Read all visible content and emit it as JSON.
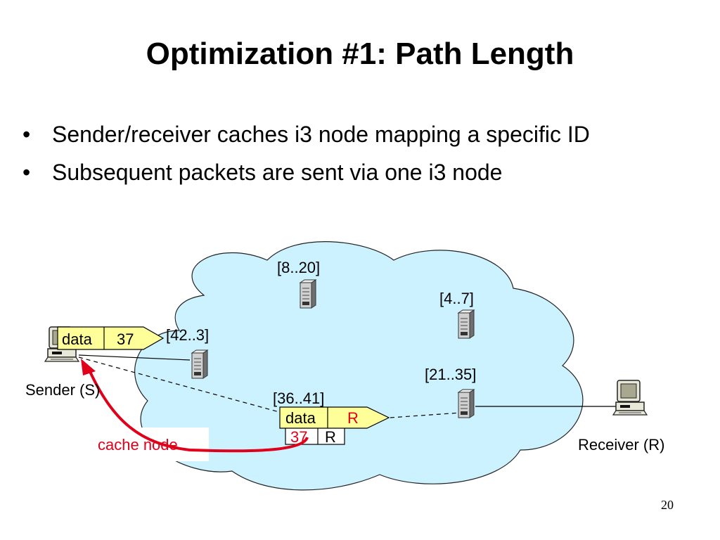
{
  "slide": {
    "title": "Optimization #1: Path Length",
    "bullets": [
      "Sender/receiver caches i3 node mapping a specific ID",
      "Subsequent packets are sent via one i3 node"
    ],
    "bullet_symbol": "•",
    "page_number": "20"
  },
  "diagram": {
    "nodes": {
      "n_8_20": "[8..20]",
      "n_4_7": "[4..7]",
      "n_42_3": "[42..3]",
      "n_21_35": "[21..35]",
      "n_36_41": "[36..41]"
    },
    "hosts": {
      "sender": "Sender (S)",
      "receiver": "Receiver (R)"
    },
    "packet_sender": {
      "data": "data",
      "id": "37"
    },
    "packet_node": {
      "data": "data",
      "id": "R"
    },
    "cache_entry": {
      "id": "37",
      "target": "R"
    },
    "cache_label": "cache node",
    "colors": {
      "cloud": "#ccf2ff",
      "packet": "#ffff99",
      "accent_red": "#e0001a"
    }
  }
}
